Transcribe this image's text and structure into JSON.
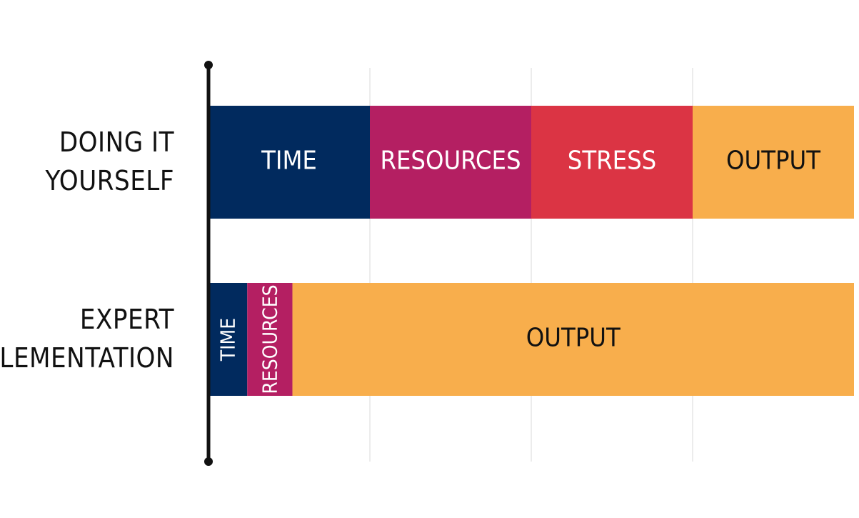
{
  "chart_data": {
    "type": "bar",
    "orientation": "horizontal",
    "stacked": true,
    "title": "",
    "xlabel": "",
    "ylabel": "",
    "xlim": [
      0,
      100
    ],
    "grid": true,
    "categories": [
      {
        "lines": [
          "DOING IT",
          "YOURSELF"
        ]
      },
      {
        "lines": [
          "EXPERT",
          "IMPLEMENTATION"
        ]
      }
    ],
    "series": [
      {
        "name": "TIME",
        "color": "#012a5e",
        "text_color": "#ffffff",
        "values": [
          25,
          6
        ]
      },
      {
        "name": "RESOURCES",
        "color": "#b41f62",
        "text_color": "#ffffff",
        "values": [
          25,
          7
        ]
      },
      {
        "name": "STRESS",
        "color": "#db3444",
        "text_color": "#ffffff",
        "values": [
          25,
          0
        ]
      },
      {
        "name": "OUTPUT",
        "color": "#f8ae4c",
        "text_color": "#111111",
        "values": [
          25,
          87
        ]
      }
    ]
  }
}
